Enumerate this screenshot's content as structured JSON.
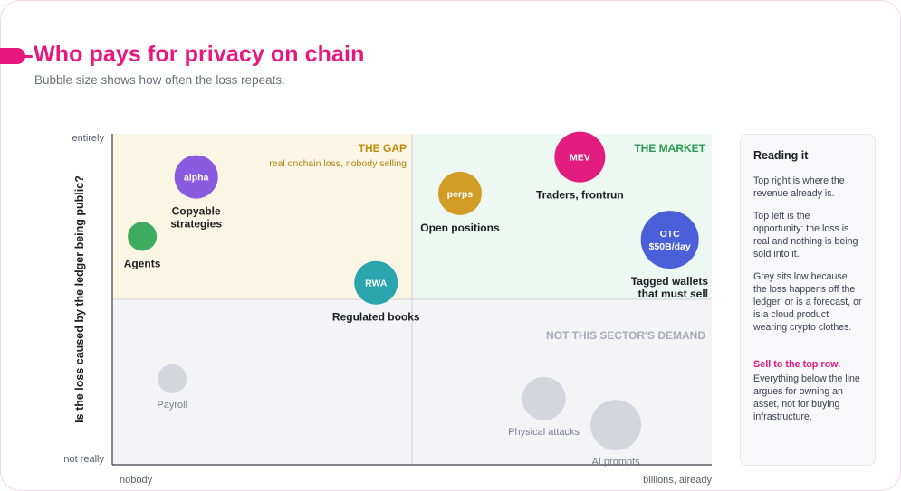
{
  "header": {
    "title": "Who pays for privacy on chain",
    "subtitle": "Bubble size shows how often the loss repeats."
  },
  "sidebar": {
    "heading": "Reading it",
    "paragraphs": [
      "Top right is where the revenue already is.",
      "Top left is the opportunity: the loss is real and nothing is being sold into it.",
      "Grey sits low because the loss happens off the ledger, or is a forecast, or is a cloud product wearing crypto clothes."
    ],
    "cta_title": "Sell to the top row.",
    "cta_body": "Everything below the line argues for owning an asset, not for buying infrastructure."
  },
  "chart_data": {
    "type": "scatter",
    "subtype": "bubble",
    "ylabel": "Is the loss caused by the ledger being public?",
    "xlabel": "",
    "x_tick_labels": [
      "nobody",
      "billions, already"
    ],
    "y_tick_labels": [
      "not really",
      "entirely"
    ],
    "xlim": [
      0,
      1
    ],
    "ylim": [
      0,
      1
    ],
    "dividers": {
      "x": 0.5,
      "y": 0.5
    },
    "quadrants": [
      {
        "id": "top-left",
        "title": "THE GAP",
        "note": "real onchain loss, nobody selling",
        "fill": "#fbf6e4",
        "title_color": "#c08a0c",
        "note_color": "#b0800e"
      },
      {
        "id": "top-right",
        "title": "THE MARKET",
        "note": "",
        "fill": "#ecf8f1",
        "title_color": "#2a9a4e",
        "note_color": ""
      },
      {
        "id": "bottom",
        "title": "NOT THIS SECTOR'S DEMAND",
        "note": "",
        "fill": "#f4f4f7",
        "title_color": "#a9abb3",
        "note_color": ""
      }
    ],
    "points": [
      {
        "label": "alpha",
        "caption": "Copyable strategies",
        "x": 0.14,
        "y": 0.87,
        "size": 3,
        "color": "#8a5ae0"
      },
      {
        "label": "",
        "caption": "Agents",
        "x": 0.05,
        "y": 0.69,
        "size": 2,
        "color": "#3fab5e"
      },
      {
        "label": "RWA",
        "caption": "Regulated books",
        "x": 0.44,
        "y": 0.55,
        "size": 3,
        "color": "#2aa4ad"
      },
      {
        "label": "perps",
        "caption": "Open positions",
        "x": 0.58,
        "y": 0.82,
        "size": 3,
        "color": "#d19d27"
      },
      {
        "label": "MEV",
        "caption": "Traders, frontrun",
        "x": 0.78,
        "y": 0.93,
        "size": 3.5,
        "color": "#e21d7f"
      },
      {
        "label": "OTC $50B/day",
        "caption": "Tagged wallets that must sell",
        "x": 0.93,
        "y": 0.68,
        "size": 4,
        "color": "#4a5fd8"
      },
      {
        "label": "",
        "caption": "Payroll",
        "x": 0.1,
        "y": 0.26,
        "size": 2,
        "color": "#d5d6dc"
      },
      {
        "label": "",
        "caption": "Physical attacks",
        "x": 0.72,
        "y": 0.2,
        "size": 3,
        "color": "#d5d6dc"
      },
      {
        "label": "",
        "caption": "AI prompts",
        "x": 0.84,
        "y": 0.12,
        "size": 3.5,
        "color": "#d5d6dc"
      }
    ]
  }
}
